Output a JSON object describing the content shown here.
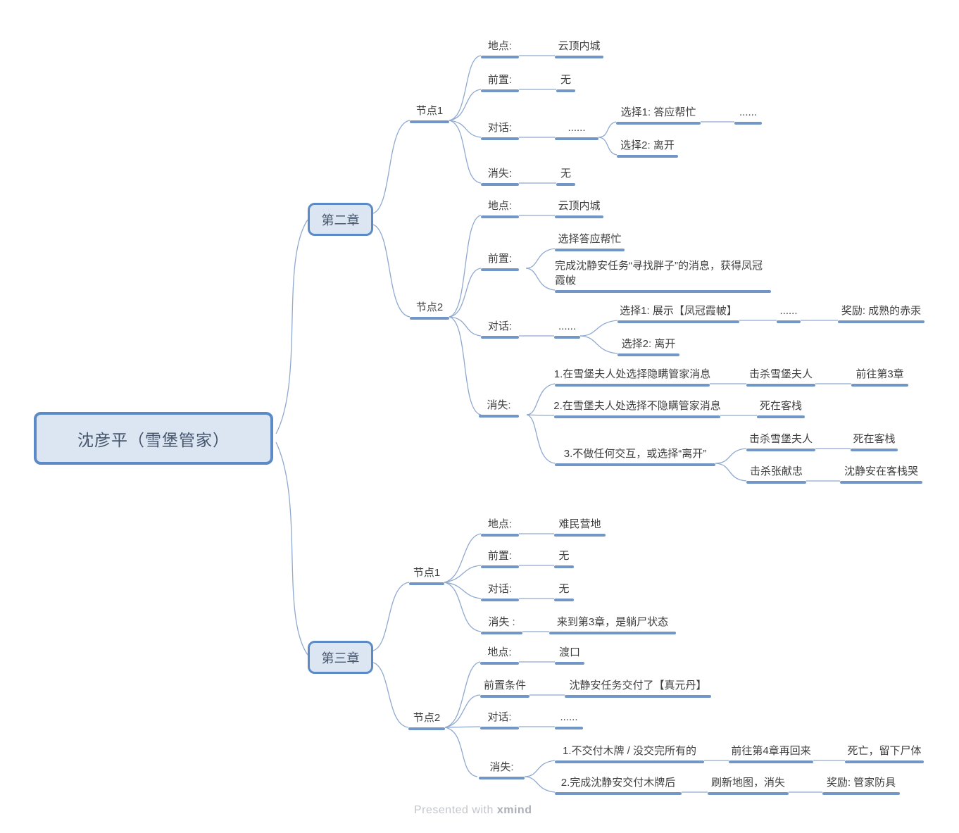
{
  "root": {
    "title": "沈彦平（雪堡管家）"
  },
  "watermark": {
    "prefix": "Presented with",
    "brand": "xmind"
  },
  "colors": {
    "accent_line": "#7296c6",
    "connector": "#8fa9cf",
    "box_fill": "#dce6f3",
    "box_border": "#5b8ac6",
    "text": "#3f3f3f"
  },
  "ch2": {
    "title": "第二章",
    "n1": {
      "title": "节点1",
      "loc_label": "地点:",
      "loc_value": "云顶内城",
      "pre_label": "前置:",
      "pre_value": "无",
      "dlg_label": "对话:",
      "dlg_value": "......",
      "choice1": "选择1: 答应帮忙",
      "choice1_more": "......",
      "choice2": "选择2: 离开",
      "van_label": "消失:",
      "van_value": "无"
    },
    "n2": {
      "title": "节点2",
      "loc_label": "地点:",
      "loc_value": "云顶内城",
      "pre_label": "前置:",
      "pre_opt1": "选择答应帮忙",
      "pre_opt2": "完成沈静安任务“寻找胖子”的消息，获得凤冠霞帔",
      "dlg_label": "对话:",
      "dlg_value": "......",
      "choice1": "选择1: 展示【凤冠霞帔】",
      "choice1_more": "......",
      "choice1_reward": "奖励: 成熟的赤汞",
      "choice2": "选择2: 离开",
      "van_label": "消失:",
      "van1": "1.在雪堡夫人处选择隐瞒管家消息",
      "van1_next": "击杀雪堡夫人",
      "van1_result": "前往第3章",
      "van2": "2.在雪堡夫人处选择不隐瞒管家消息",
      "van2_result": "死在客栈",
      "van3": "3.不做任何交互，或选择“离开”",
      "van3a": "击杀雪堡夫人",
      "van3a_result": "死在客栈",
      "van3b": "击杀张献忠",
      "van3b_result": "沈静安在客栈哭"
    }
  },
  "ch3": {
    "title": "第三章",
    "n1": {
      "title": "节点1",
      "loc_label": "地点:",
      "loc_value": "难民营地",
      "pre_label": "前置:",
      "pre_value": "无",
      "dlg_label": "对话:",
      "dlg_value": "无",
      "van_label": "消失 :",
      "van_value": "来到第3章，是躺尸状态"
    },
    "n2": {
      "title": "节点2",
      "loc_label": "地点:",
      "loc_value": "渡口",
      "pre_label": "前置条件",
      "pre_value": "沈静安任务交付了【真元丹】",
      "dlg_label": "对话:",
      "dlg_value": "......",
      "van_label": "消失:",
      "van1": "1.不交付木牌 / 没交完所有的",
      "van1_next": "前往第4章再回来",
      "van1_result": "死亡，留下尸体",
      "van2": "2.完成沈静安交付木牌后",
      "van2_next": "刷新地图，消失",
      "van2_result": "奖励: 管家防具"
    }
  }
}
